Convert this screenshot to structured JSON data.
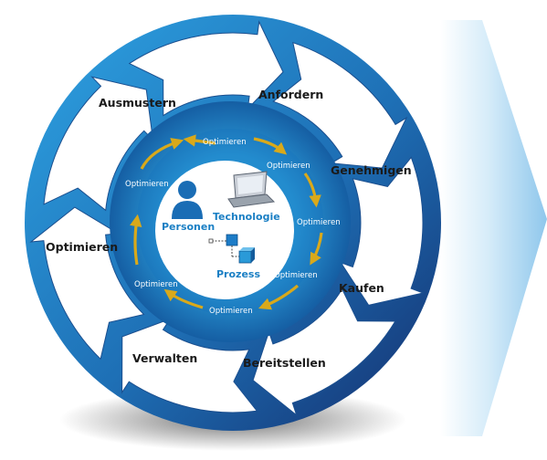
{
  "stages": {
    "anfordern": "Anfordern",
    "genehmigen": "Genehmigen",
    "kaufen": "Kaufen",
    "bereitstellen": "Bereitstellen",
    "verwalten": "Verwalten",
    "optimieren": "Optimieren",
    "ausmustern": "Ausmustern"
  },
  "inner_labels": {
    "top": "Optimieren",
    "upper_right": "Optimieren",
    "right": "Optimieren",
    "lower_right": "Optimieren",
    "bottom": "Optimieren",
    "lower_left": "Optimieren",
    "upper_left": "Optimieren"
  },
  "center": {
    "personen": "Personen",
    "technologie": "Technologie",
    "prozess": "Prozess"
  },
  "colors": {
    "ring_outer_dark": "#15407f",
    "ring_outer_light": "#2b9fe0",
    "ring_inner": "#1978c0",
    "cycle_arrow": "#d9a91a",
    "big_arrow": "#a8d4f0",
    "center_text": "#1a7fc4"
  },
  "icons": [
    "person-icon",
    "laptop-icon",
    "process-icon"
  ]
}
